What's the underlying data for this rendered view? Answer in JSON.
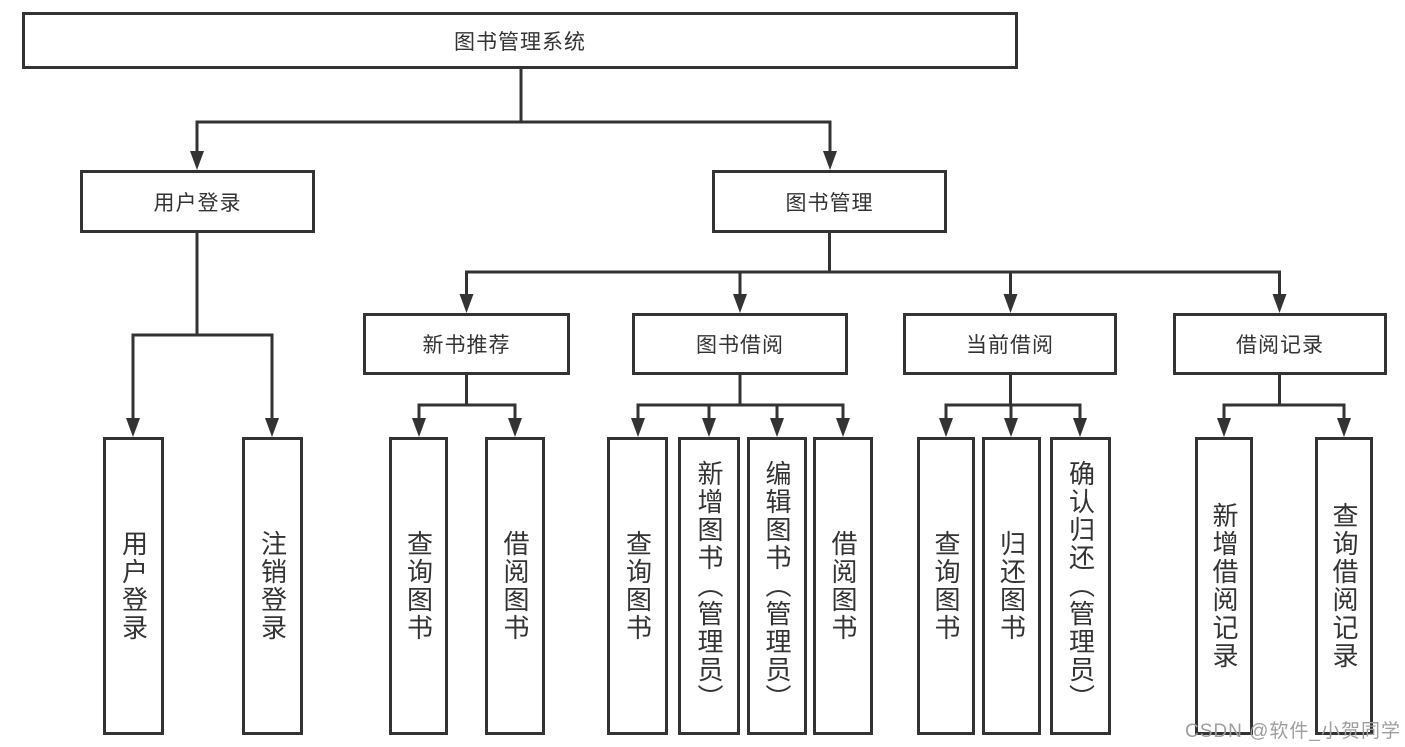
{
  "tree": {
    "root": {
      "label": "图书管理系统",
      "children": [
        {
          "label": "用户登录",
          "children": [
            {
              "label": "用户登录"
            },
            {
              "label": "注销登录"
            }
          ]
        },
        {
          "label": "图书管理",
          "children": [
            {
              "label": "新书推荐",
              "children": [
                {
                  "label": "查询图书"
                },
                {
                  "label": "借阅图书"
                }
              ]
            },
            {
              "label": "图书借阅",
              "children": [
                {
                  "label": "查询图书"
                },
                {
                  "label": "新增图书（管理员）"
                },
                {
                  "label": "编辑图书（管理员）"
                },
                {
                  "label": "借阅图书"
                }
              ]
            },
            {
              "label": "当前借阅",
              "children": [
                {
                  "label": "查询图书"
                },
                {
                  "label": "归还图书"
                },
                {
                  "label": "确认归还（管理员）"
                }
              ]
            },
            {
              "label": "借阅记录",
              "children": [
                {
                  "label": "新增借阅记录"
                },
                {
                  "label": "查询借阅记录"
                }
              ]
            }
          ]
        }
      ]
    }
  },
  "watermark": {
    "text": "CSDN @软件_小贺同学"
  },
  "colors": {
    "line": "#333333",
    "box_border": "#333333",
    "text": "#333333",
    "watermark": "#9e9e9e",
    "background": "#ffffff"
  }
}
